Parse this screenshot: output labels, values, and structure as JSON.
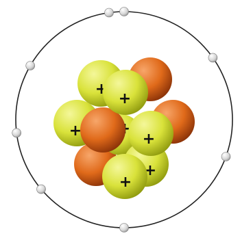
{
  "atom": {
    "colors": {
      "background": "#ffffff",
      "orbit": "#222222",
      "proton_light": "#f4f79a",
      "proton_mid": "#d9e23a",
      "proton_dark": "#8f9a0e",
      "neutron_light": "#f7a66a",
      "neutron_mid": "#e06a1a",
      "neutron_dark": "#8a3208",
      "electron_light": "#ffffff",
      "electron_dark": "#8a8a8a"
    },
    "nucleus": {
      "protons": 8,
      "neutrons": 8,
      "proton_symbol": "+"
    },
    "electrons": 8
  }
}
